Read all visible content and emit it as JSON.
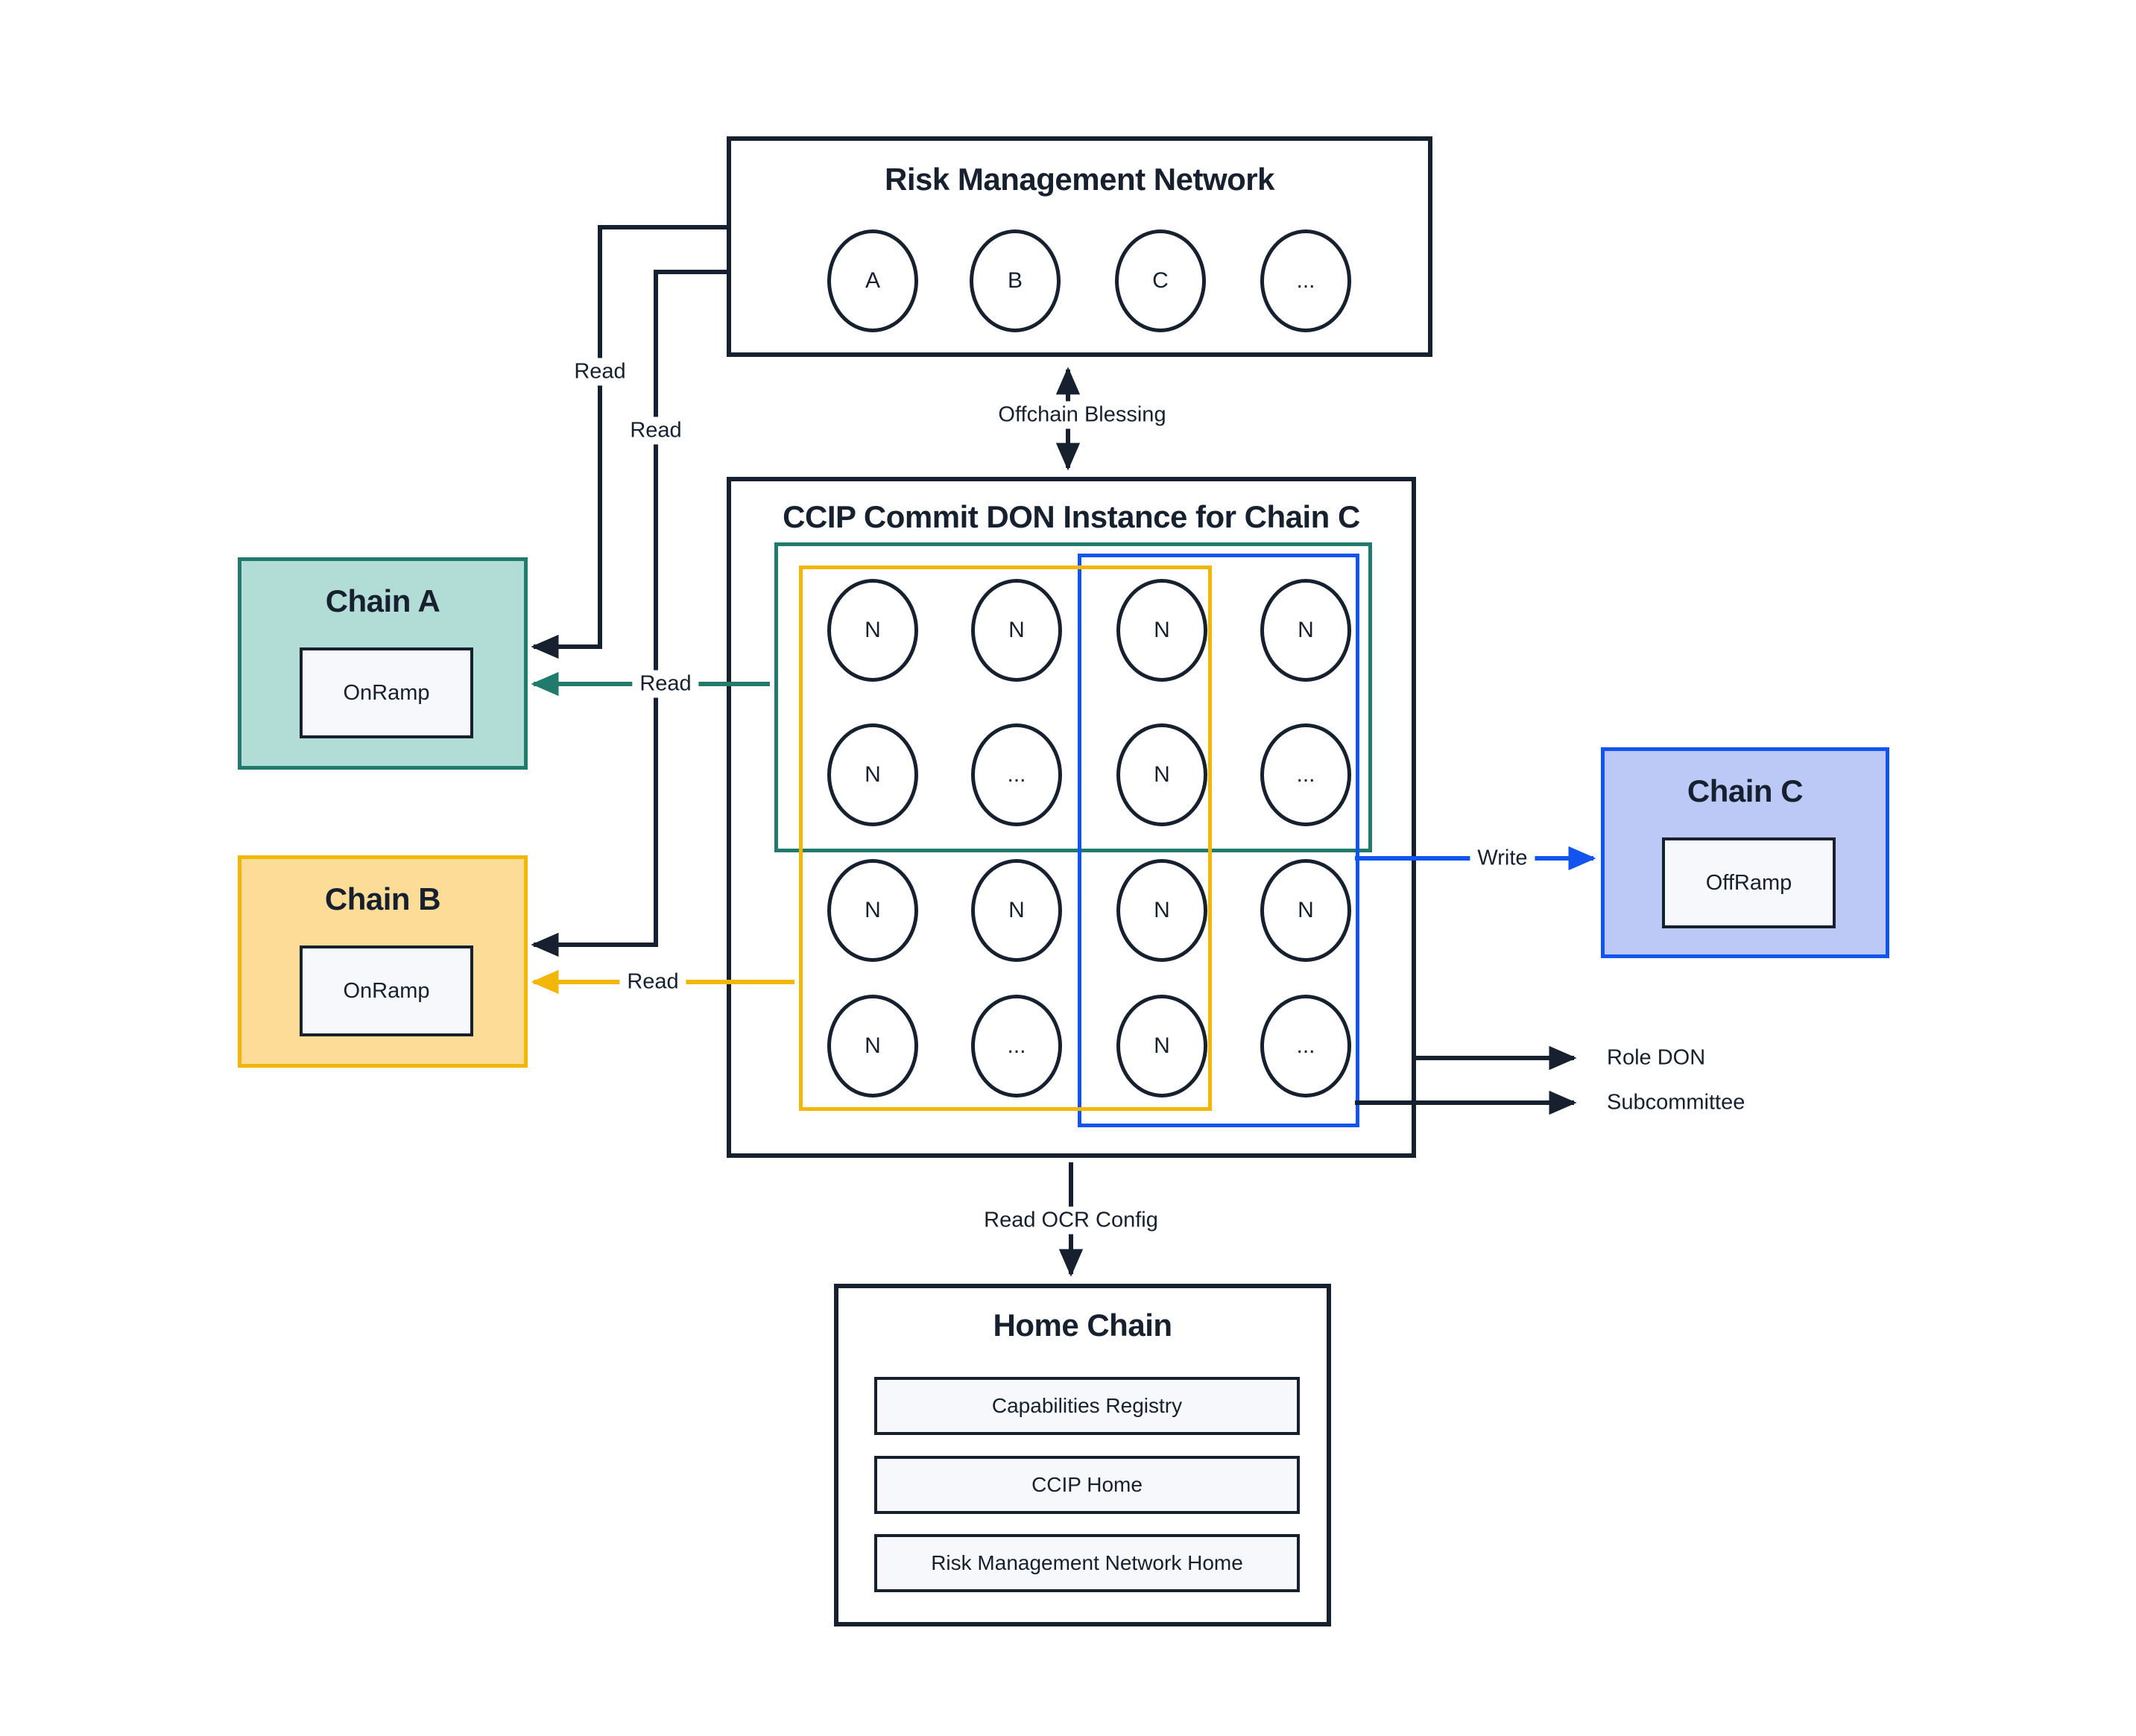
{
  "rmn": {
    "title": "Risk Management Network",
    "nodes": [
      "A",
      "B",
      "C",
      "..."
    ]
  },
  "ccip": {
    "title": "CCIP Commit DON Instance for Chain C",
    "grid": [
      [
        "N",
        "N",
        "N",
        "N"
      ],
      [
        "N",
        "...",
        "N",
        "..."
      ],
      [
        "N",
        "N",
        "N",
        "N"
      ],
      [
        "N",
        "...",
        "N",
        "..."
      ]
    ]
  },
  "chain_a": {
    "title": "Chain A",
    "inner": "OnRamp"
  },
  "chain_b": {
    "title": "Chain B",
    "inner": "OnRamp"
  },
  "chain_c": {
    "title": "Chain C",
    "inner": "OffRamp"
  },
  "home": {
    "title": "Home Chain",
    "items": [
      "Capabilities Registry",
      "CCIP Home",
      "Risk Management Network Home"
    ]
  },
  "labels": {
    "read_rmn_to_a": "Read",
    "read_rmn_to_b": "Read",
    "read_teal": "Read",
    "read_yellow": "Read",
    "offchain_blessing": "Offchain Blessing",
    "write": "Write",
    "read_ocr_config": "Read OCR Config",
    "role_don": "Role DON",
    "subcommittee": "Subcommittee"
  },
  "colors": {
    "ink": "#16202e",
    "teal_border": "#217a6c",
    "teal_fill": "#b2ddd6",
    "yellow_border": "#f2b705",
    "yellow_fill": "#fcdc96",
    "blue_border": "#1255ee",
    "blue_fill": "#bcc9f7",
    "panel_fill": "#f7f8fc"
  }
}
